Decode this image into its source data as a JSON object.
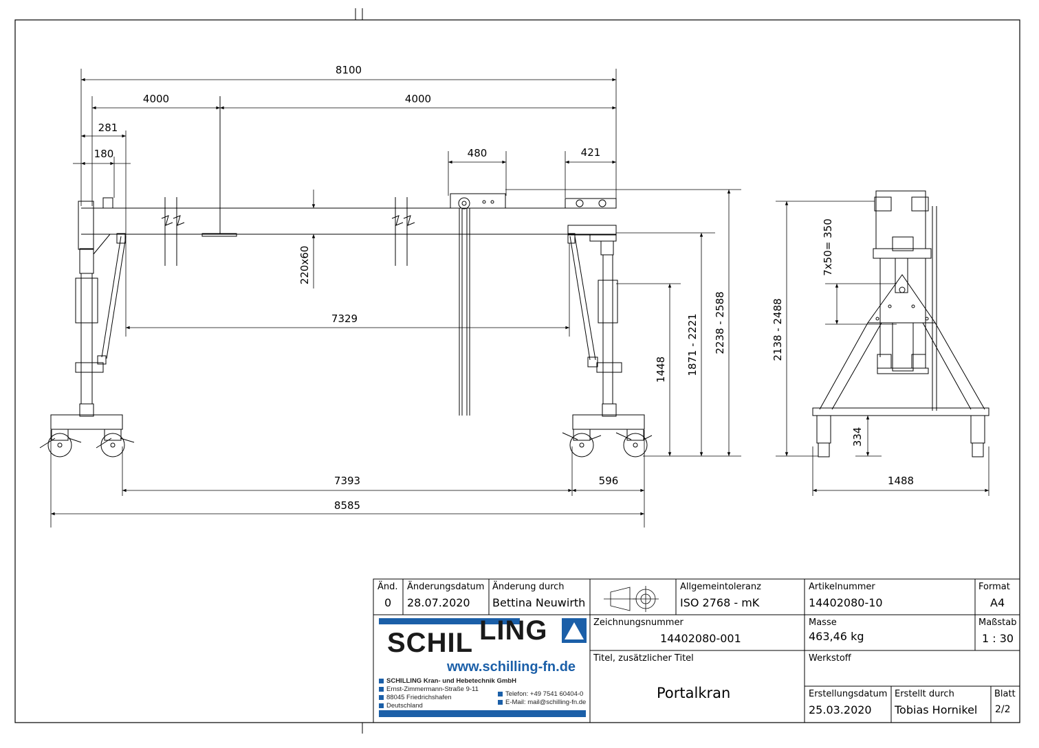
{
  "dimensions": {
    "overall_beam": "8100",
    "half_left": "4000",
    "half_right": "4000",
    "d281": "281",
    "d180": "180",
    "trolley": "480",
    "d421": "421",
    "beam_profile": "220x60",
    "inner_span": "7329",
    "h1448": "1448",
    "h1871": "1871 - 2221",
    "h2238": "2238 - 2588",
    "bottom_7393": "7393",
    "bottom_596": "596",
    "bottom_8585": "8585",
    "side_height": "2138 - 2488",
    "side_adjust": "7x50= 350",
    "side_334": "334",
    "side_width": "1488"
  },
  "title_block": {
    "rev_label": "Änd.",
    "rev_value": "0",
    "change_date_label": "Änderungsdatum",
    "change_date_value": "28.07.2020",
    "change_by_label": "Änderung durch",
    "change_by_value": "Bettina Neuwirth",
    "tolerance_label": "Allgemeintoleranz",
    "tolerance_value": "ISO 2768 - mK",
    "article_label": "Artikelnummer",
    "article_value": "14402080-10",
    "format_label": "Format",
    "format_value": "A4",
    "drawing_no_label": "Zeichnungsnummer",
    "drawing_no_value": "14402080-001",
    "mass_label": "Masse",
    "mass_value": "463,46 kg",
    "scale_label": "Maßstab",
    "scale_value": "1 : 30",
    "title_label": "Titel, zusätzlicher Titel",
    "title_value": "Portalkran",
    "material_label": "Werkstoff",
    "created_date_label": "Erstellungsdatum",
    "created_date_value": "25.03.2020",
    "created_by_label": "Erstellt durch",
    "created_by_value": "Tobias Hornikel",
    "sheet_label": "Blatt",
    "sheet_value": "2/2"
  },
  "company": {
    "logo_left": "SCHIL",
    "logo_right": "LING",
    "url": "www.schilling-fn.de",
    "name": "SCHILLING Kran- und Hebetechnik GmbH",
    "street": "Ernst-Zimmermann-Straße 9-11",
    "city": "88045 Friedrichshafen",
    "country": "Deutschland",
    "phone": "Telefon: +49 7541 60404-0",
    "email": "E-Mail: mail@schilling-fn.de"
  },
  "colors": {
    "brand_blue": "#1b5fa8",
    "line": "#000000"
  }
}
